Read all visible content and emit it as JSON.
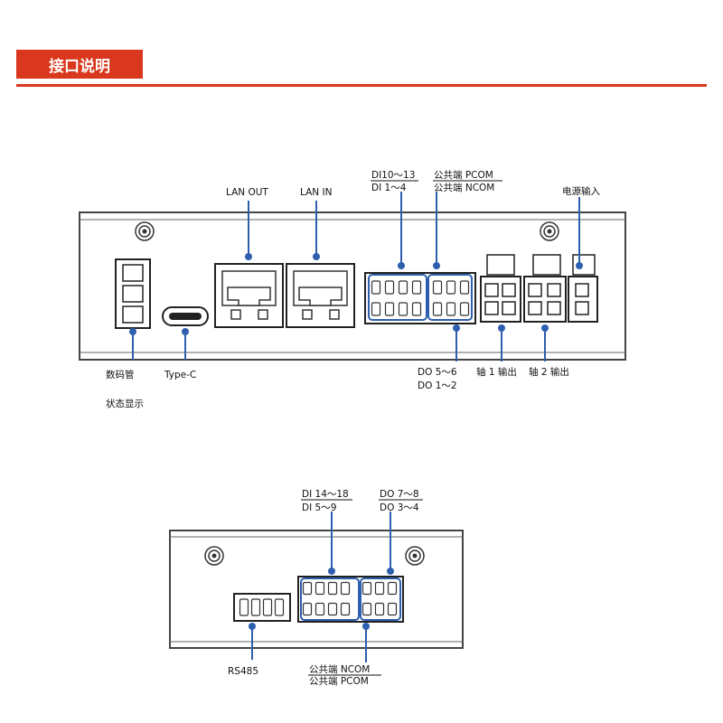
{
  "header": {
    "title": "接口说明",
    "accent_color": "#d9381e"
  },
  "callout_color": "#2e5fae",
  "top_panel": {
    "labels": {
      "lan_out": "LAN OUT",
      "lan_in": "LAN IN",
      "di_top_line1": "DI10～13",
      "di_top_line2": "DI 1～4",
      "com_top_line1": "公共端 PCOM",
      "com_top_line2": "公共端 NCOM",
      "power_input": "电源输入",
      "digit_tube_line1": "数码管",
      "digit_tube_line2": "状态显示",
      "type_c": "Type-C",
      "do_bottom_line1": "DO 5～6",
      "do_bottom_line2": "DO 1～2",
      "axis1_output": "轴 1 输出",
      "axis2_output": "轴 2 输出"
    }
  },
  "bottom_panel": {
    "labels": {
      "di_line1": "DI 14～18",
      "di_line2": "DI 5～9",
      "do_line1": "DO 7～8",
      "do_line2": "DO 3～4",
      "rs485": "RS485",
      "com_line1": "公共端 NCOM",
      "com_line2": "公共端 PCOM"
    }
  }
}
